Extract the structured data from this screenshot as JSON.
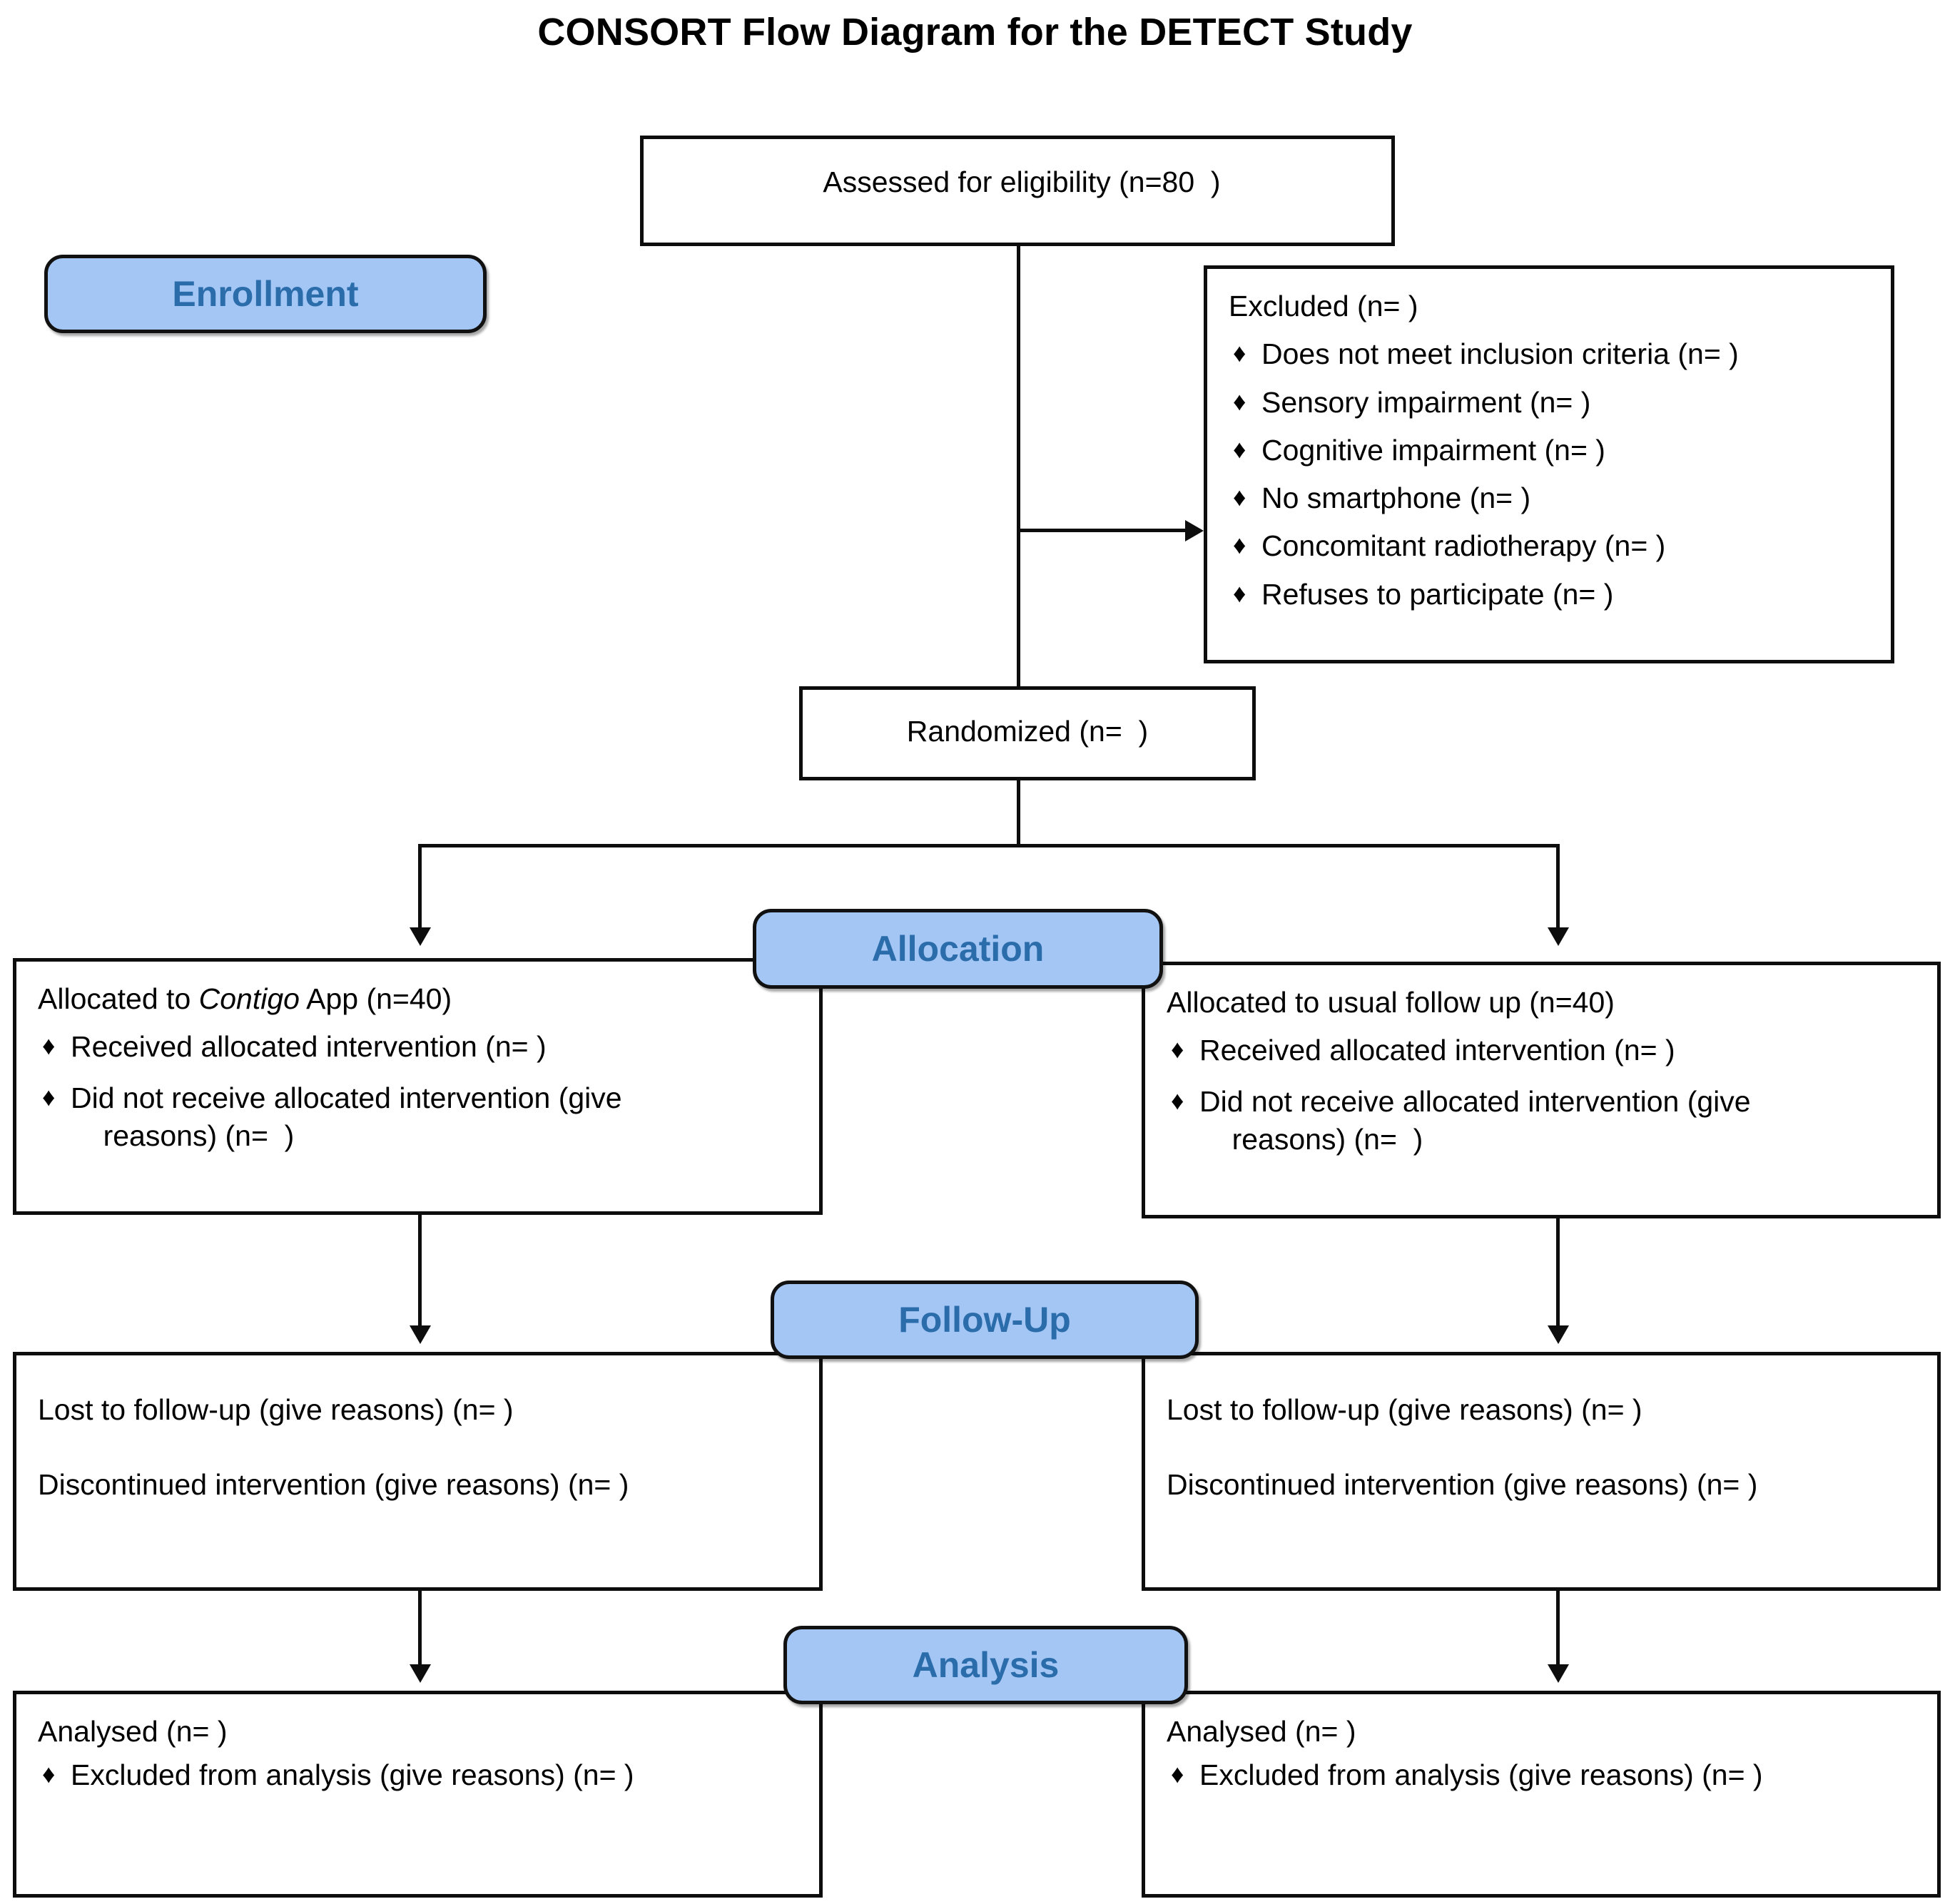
{
  "diagram": {
    "title": "CONSORT Flow Diagram for the DETECT Study",
    "bullet_glyph": "♦"
  },
  "stages": {
    "enrollment": "Enrollment",
    "allocation": "Allocation",
    "followup": "Follow-Up",
    "analysis": "Analysis"
  },
  "nodes": {
    "eligibility": {
      "text": "Assessed for eligibility (n=80  )"
    },
    "excluded": {
      "heading": "Excluded  (n=   )",
      "items": [
        "Does not meet inclusion criteria (n=  )",
        "Sensory impairment (n=  )",
        "Cognitive impairment (n=  )",
        "No smartphone (n=  )",
        "Concomitant radiotherapy (n=  )",
        "Refuses to participate (n=  )"
      ]
    },
    "randomized": {
      "text": "Randomized (n=  )"
    },
    "allocation_left": {
      "heading_pre": "Allocated to ",
      "heading_italic": "Contigo",
      "heading_post": " App (n=40)",
      "items": [
        "Received allocated intervention (n=  )",
        "Did not receive allocated intervention (give\n    reasons) (n=  )"
      ]
    },
    "allocation_right": {
      "heading": "Allocated to usual follow up (n=40)",
      "items": [
        "Received allocated intervention (n=  )",
        "Did not receive allocated intervention (give\n    reasons) (n=  )"
      ]
    },
    "followup_left": {
      "lines": [
        "Lost to follow-up (give reasons) (n=  )",
        "Discontinued intervention (give reasons) (n=  )"
      ]
    },
    "followup_right": {
      "lines": [
        "Lost to follow-up (give reasons) (n=  )",
        "Discontinued intervention (give reasons) (n=  )"
      ]
    },
    "analysis_left": {
      "heading": "Analysed  (n=  )",
      "items": [
        "Excluded from analysis (give reasons) (n=  )"
      ]
    },
    "analysis_right": {
      "heading": "Analysed  (n=  )",
      "items": [
        "Excluded from analysis (give reasons) (n=  )"
      ]
    }
  },
  "colors": {
    "badge_fill": "#a3c6f5",
    "badge_text": "#2b6cab",
    "border": "#0d0d0d",
    "background": "#ffffff"
  }
}
